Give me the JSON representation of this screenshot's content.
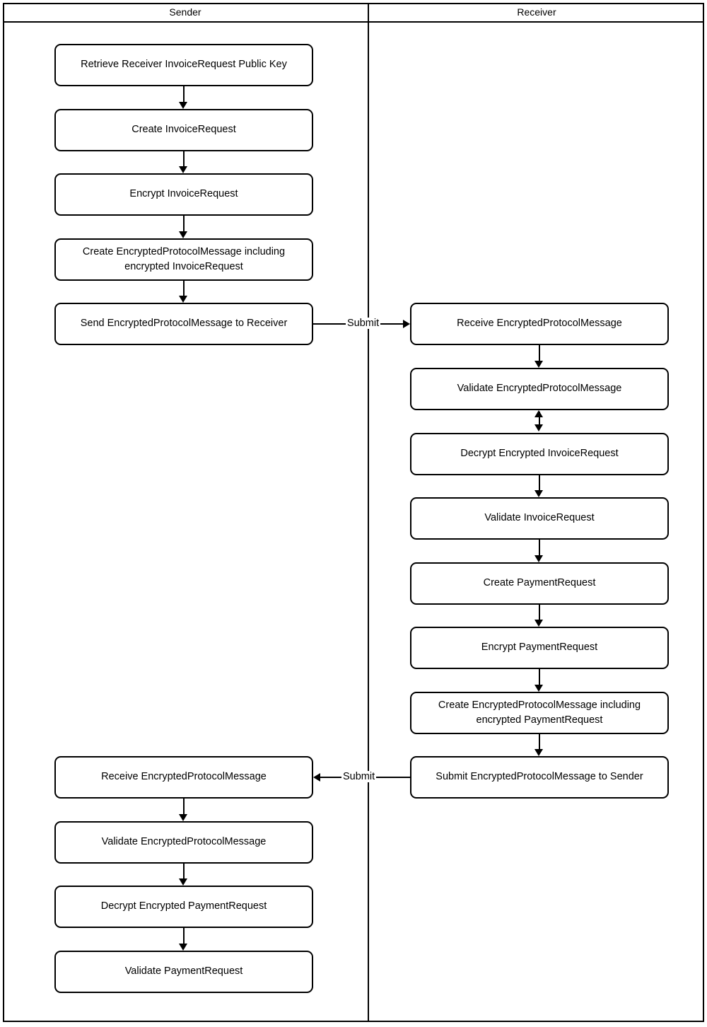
{
  "diagram": {
    "type": "swimlane-flowchart",
    "lanes": [
      {
        "id": "sender",
        "title": "Sender"
      },
      {
        "id": "receiver",
        "title": "Receiver"
      }
    ],
    "colors": {
      "stroke": "#000000",
      "fill": "#ffffff",
      "text": "#000000"
    },
    "sender_phase1": [
      {
        "id": "s1",
        "label": "Retrieve Receiver InvoiceRequest Public Key"
      },
      {
        "id": "s2",
        "label": "Create InvoiceRequest"
      },
      {
        "id": "s3",
        "label": "Encrypt InvoiceRequest"
      },
      {
        "id": "s4",
        "line1": "Create EncryptedProtocolMessage including",
        "line2": "encrypted InvoiceRequest"
      },
      {
        "id": "s5",
        "label": "Send EncryptedProtocolMessage to Receiver"
      }
    ],
    "receiver_steps": [
      {
        "id": "r1",
        "label": "Receive EncryptedProtocolMessage"
      },
      {
        "id": "r2",
        "label": "Validate EncryptedProtocolMessage"
      },
      {
        "id": "r3",
        "label": "Decrypt Encrypted InvoiceRequest"
      },
      {
        "id": "r4",
        "label": "Validate InvoiceRequest"
      },
      {
        "id": "r5",
        "label": "Create PaymentRequest"
      },
      {
        "id": "r6",
        "label": "Encrypt PaymentRequest"
      },
      {
        "id": "r7",
        "line1": "Create EncryptedProtocolMessage including",
        "line2": "encrypted PaymentRequest"
      },
      {
        "id": "r8",
        "label": "Submit EncryptedProtocolMessage to Sender"
      }
    ],
    "sender_phase2": [
      {
        "id": "s6",
        "label": "Receive EncryptedProtocolMessage"
      },
      {
        "id": "s7",
        "label": "Validate EncryptedProtocolMessage"
      },
      {
        "id": "s8",
        "label": "Decrypt Encrypted PaymentRequest"
      },
      {
        "id": "s9",
        "label": "Validate PaymentRequest"
      }
    ],
    "edge_labels": {
      "submit_to_receiver": "Submit",
      "submit_to_sender": "Submit"
    }
  },
  "chart_data": {
    "type": "flowchart",
    "title": "",
    "lanes": [
      "Sender",
      "Receiver"
    ],
    "nodes": [
      {
        "id": "s1",
        "lane": "Sender",
        "text": "Retrieve Receiver InvoiceRequest Public Key"
      },
      {
        "id": "s2",
        "lane": "Sender",
        "text": "Create InvoiceRequest"
      },
      {
        "id": "s3",
        "lane": "Sender",
        "text": "Encrypt InvoiceRequest"
      },
      {
        "id": "s4",
        "lane": "Sender",
        "text": "Create EncryptedProtocolMessage including encrypted InvoiceRequest"
      },
      {
        "id": "s5",
        "lane": "Sender",
        "text": "Send EncryptedProtocolMessage to Receiver"
      },
      {
        "id": "r1",
        "lane": "Receiver",
        "text": "Receive EncryptedProtocolMessage"
      },
      {
        "id": "r2",
        "lane": "Receiver",
        "text": "Validate EncryptedProtocolMessage"
      },
      {
        "id": "r3",
        "lane": "Receiver",
        "text": "Decrypt Encrypted InvoiceRequest"
      },
      {
        "id": "r4",
        "lane": "Receiver",
        "text": "Validate InvoiceRequest"
      },
      {
        "id": "r5",
        "lane": "Receiver",
        "text": "Create PaymentRequest"
      },
      {
        "id": "r6",
        "lane": "Receiver",
        "text": "Encrypt PaymentRequest"
      },
      {
        "id": "r7",
        "lane": "Receiver",
        "text": "Create EncryptedProtocolMessage including encrypted PaymentRequest"
      },
      {
        "id": "r8",
        "lane": "Receiver",
        "text": "Submit EncryptedProtocolMessage to Sender"
      },
      {
        "id": "s6",
        "lane": "Sender",
        "text": "Receive EncryptedProtocolMessage"
      },
      {
        "id": "s7",
        "lane": "Sender",
        "text": "Validate EncryptedProtocolMessage"
      },
      {
        "id": "s8",
        "lane": "Sender",
        "text": "Decrypt Encrypted PaymentRequest"
      },
      {
        "id": "s9",
        "lane": "Sender",
        "text": "Validate PaymentRequest"
      }
    ],
    "edges": [
      {
        "from": "s1",
        "to": "s2",
        "label": "",
        "direction": "one-way"
      },
      {
        "from": "s2",
        "to": "s3",
        "label": "",
        "direction": "one-way"
      },
      {
        "from": "s3",
        "to": "s4",
        "label": "",
        "direction": "one-way"
      },
      {
        "from": "s4",
        "to": "s5",
        "label": "",
        "direction": "one-way"
      },
      {
        "from": "s5",
        "to": "r1",
        "label": "Submit",
        "direction": "one-way"
      },
      {
        "from": "r1",
        "to": "r2",
        "label": "",
        "direction": "one-way"
      },
      {
        "from": "r2",
        "to": "r3",
        "label": "",
        "direction": "two-way"
      },
      {
        "from": "r3",
        "to": "r4",
        "label": "",
        "direction": "one-way"
      },
      {
        "from": "r4",
        "to": "r5",
        "label": "",
        "direction": "one-way"
      },
      {
        "from": "r5",
        "to": "r6",
        "label": "",
        "direction": "one-way"
      },
      {
        "from": "r6",
        "to": "r7",
        "label": "",
        "direction": "one-way"
      },
      {
        "from": "r7",
        "to": "r8",
        "label": "",
        "direction": "one-way"
      },
      {
        "from": "r8",
        "to": "s6",
        "label": "Submit",
        "direction": "one-way"
      },
      {
        "from": "s6",
        "to": "s7",
        "label": "",
        "direction": "one-way"
      },
      {
        "from": "s7",
        "to": "s8",
        "label": "",
        "direction": "one-way"
      },
      {
        "from": "s8",
        "to": "s9",
        "label": "",
        "direction": "one-way"
      }
    ]
  }
}
